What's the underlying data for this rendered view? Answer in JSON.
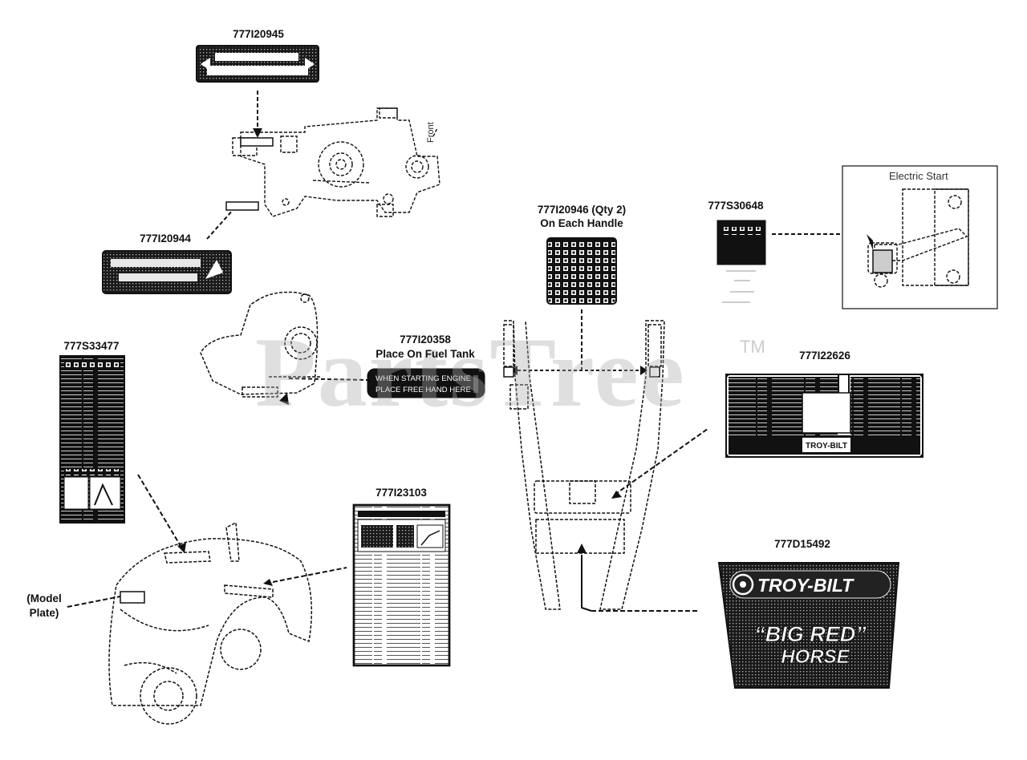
{
  "labels": {
    "p777I20945": "777I20945",
    "p777I20944": "777I20944",
    "p777I20358": "777I20358",
    "p777I20358_note": "Place On Fuel Tank",
    "p777I20946": "777I20946 (Qty 2)",
    "p777I20946_note": "On Each Handle",
    "p777S30648": "777S30648",
    "p777S33477": "777S33477",
    "p777I22626": "777I22626",
    "p777I23103": "777I23103",
    "p777D15492": "777D15492",
    "model_plate": "(Model\nPlate)",
    "electric_start": "Electric Start",
    "front": "Front"
  },
  "decals": {
    "fuel_tank_line1": "WHEN STARTING ENGINE",
    "fuel_tank_line2": "PLACE FREE HAND HERE",
    "big_red_line1": "“BIG RED”",
    "big_red_line2": "HORSE",
    "brand": "TROY-BILT"
  },
  "watermark": {
    "text": "PartsTree",
    "tm": "TM"
  },
  "colors": {
    "ink": "#111111",
    "watermark": "#aaaaaa"
  }
}
